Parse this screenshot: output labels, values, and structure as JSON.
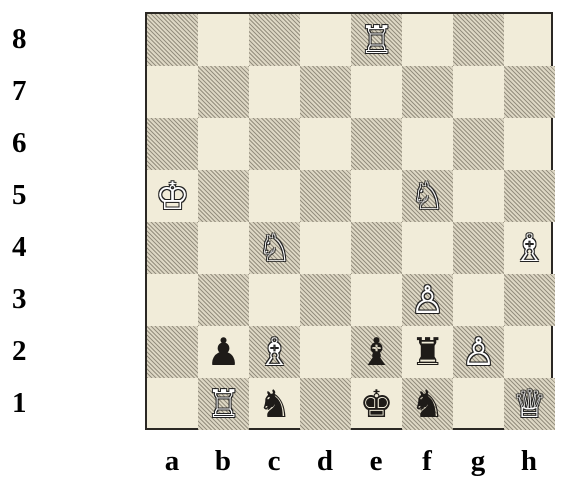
{
  "board": {
    "files": [
      "a",
      "b",
      "c",
      "d",
      "e",
      "f",
      "g",
      "h"
    ],
    "ranks": [
      "8",
      "7",
      "6",
      "5",
      "4",
      "3",
      "2",
      "1"
    ],
    "pieces": [
      {
        "square": "e8",
        "glyph": "♖",
        "color": "white",
        "name": "white-rook"
      },
      {
        "square": "a5",
        "glyph": "♔",
        "color": "white",
        "name": "white-king"
      },
      {
        "square": "f5",
        "glyph": "♘",
        "color": "white",
        "name": "white-knight"
      },
      {
        "square": "c4",
        "glyph": "♘",
        "color": "white",
        "name": "white-knight"
      },
      {
        "square": "h4",
        "glyph": "♗",
        "color": "white",
        "name": "white-bishop"
      },
      {
        "square": "f3",
        "glyph": "♙",
        "color": "white",
        "name": "white-pawn"
      },
      {
        "square": "b2",
        "glyph": "♟",
        "color": "black",
        "name": "black-pawn"
      },
      {
        "square": "c2",
        "glyph": "♗",
        "color": "white",
        "name": "white-bishop"
      },
      {
        "square": "e2",
        "glyph": "♝",
        "color": "black",
        "name": "black-bishop"
      },
      {
        "square": "f2",
        "glyph": "♜",
        "color": "black",
        "name": "black-rook"
      },
      {
        "square": "g2",
        "glyph": "♙",
        "color": "white",
        "name": "white-pawn"
      },
      {
        "square": "b1",
        "glyph": "♖",
        "color": "white",
        "name": "white-rook"
      },
      {
        "square": "c1",
        "glyph": "♞",
        "color": "black",
        "name": "black-knight"
      },
      {
        "square": "e1",
        "glyph": "♚",
        "color": "black",
        "name": "black-king"
      },
      {
        "square": "f1",
        "glyph": "♞",
        "color": "black",
        "name": "black-knight"
      },
      {
        "square": "h1",
        "glyph": "♕",
        "color": "white",
        "name": "white-queen"
      }
    ]
  }
}
